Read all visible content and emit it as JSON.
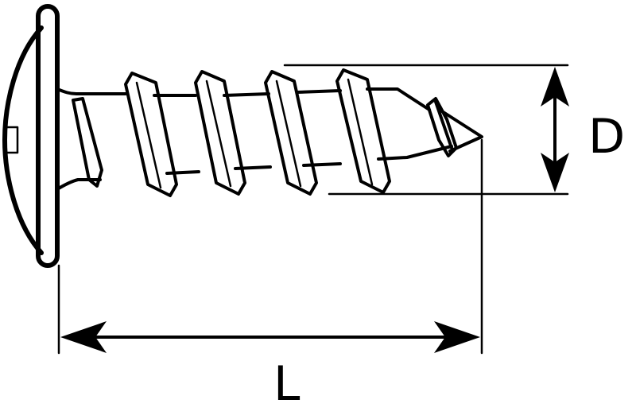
{
  "diagram": {
    "subject": "screw",
    "dimensions": {
      "diameter_label": "D",
      "length_label": "L"
    }
  }
}
